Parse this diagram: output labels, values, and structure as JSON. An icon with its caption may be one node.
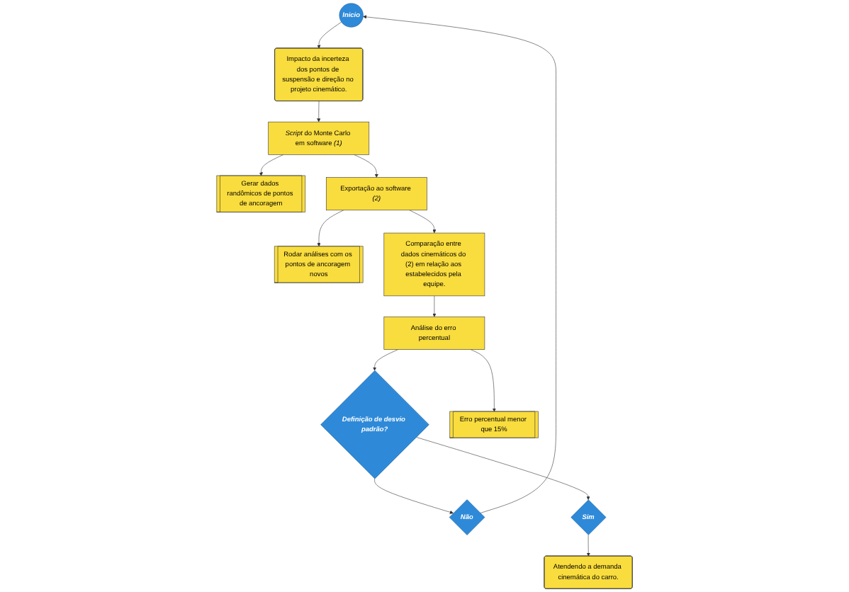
{
  "diagram": {
    "nodes": [
      {
        "text": [
          "Inicio"
        ]
      },
      {
        "text": [
          "Gerar dados randômicos de pontos de ancoragem"
        ]
      },
      {
        "text": [
          "Rodar análises com os pontos de ancoragem novos"
        ]
      },
      {
        "text": [
          "Impacto da incerteza dos pontos de suspensão e direção no projeto cinemático."
        ]
      },
      {
        "text": [
          "*Script* do Monte Carlo em software *(1)*"
        ]
      },
      {
        "text": [
          "Exportação ao software *(2)*"
        ]
      },
      {
        "text": [
          "Análise do erro percentual"
        ]
      },
      {
        "text": [
          "Comparação entre dados cinemáticos do (2) em relação aos estabelecidos pela equipe."
        ]
      },
      {
        "text": [
          "Definição de desvio padrão?"
        ]
      },
      {
        "text": [
          "Erro percentual menor que 15%"
        ]
      },
      {
        "text": [
          "Não"
        ]
      },
      {
        "text": [
          "Sim"
        ]
      },
      {
        "text": [
          "Atendendo a demanda cinemática do carro."
        ]
      }
    ],
    "edges": [
      {
        "from": 0,
        "to": 3,
        "arrow": "to"
      },
      {
        "from": 3,
        "to": 4,
        "arrow": "to"
      },
      {
        "from": 4,
        "to": 1,
        "arrow": "to"
      },
      {
        "from": 4,
        "to": 5,
        "arrow": "to"
      },
      {
        "from": 5,
        "to": 2,
        "arrow": "to"
      },
      {
        "from": 5,
        "to": 7,
        "arrow": "to"
      },
      {
        "from": 7,
        "to": 6,
        "arrow": "to"
      },
      {
        "from": 6,
        "to": 8,
        "arrow": "to"
      },
      {
        "from": 6,
        "to": 9,
        "arrow": "to"
      },
      {
        "from": 8,
        "to": 10,
        "arrow": "to"
      },
      {
        "from": 8,
        "to": 11,
        "arrow": "to"
      },
      {
        "from": 11,
        "to": 12,
        "arrow": "to"
      },
      {
        "from": 10,
        "to": 0,
        "arrow": "to"
      }
    ]
  }
}
